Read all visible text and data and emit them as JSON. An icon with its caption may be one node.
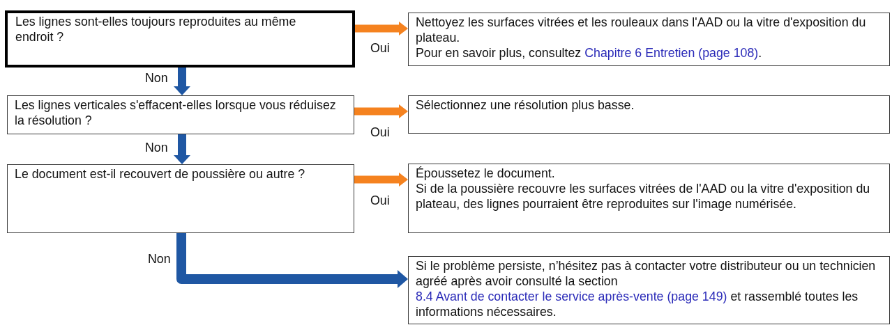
{
  "diagram": {
    "nodes": [
      {
        "text": [
          "Les lignes sont-elles toujours reproduites au même endroit ?"
        ]
      },
      {
        "text": [
          "Nettoyez les surfaces vitrées et les rouleaux dans l'AAD ou la vitre d'exposition du plateau.",
          "Pour en savoir plus, consultez Chapitre 6 Entretien (page 108)."
        ]
      },
      {
        "text": [
          "Les lignes verticales s'effacent-elles lorsque vous réduisez la résolution ?"
        ]
      },
      {
        "text": [
          "Sélectionnez une résolution plus basse."
        ]
      },
      {
        "text": [
          "Le document est-il recouvert de poussière ou autre ?"
        ]
      },
      {
        "text": [
          "Époussetez le document.",
          "Si de la poussière recouvre les surfaces vitrées de l'AAD ou la vitre d'exposition du plateau, des lignes pourraient être reproduites sur l'image numérisée."
        ]
      },
      {
        "text": [
          "Si le problème persiste, n’hésitez pas à contacter votre distributeur ou un technicien agréé après avoir consulté la section 8.4 Avant de contacter le service après-vente (page 149) et rassemblé toutes les informations nécessaires."
        ]
      }
    ],
    "edges": [
      {
        "from": 0,
        "to": 1,
        "arrow": "to",
        "label": "Oui",
        "color": "#f5821f"
      },
      {
        "from": 0,
        "to": 2,
        "arrow": "to",
        "label": "Non",
        "color": "#1f57a3"
      },
      {
        "from": 2,
        "to": 3,
        "arrow": "to",
        "label": "Oui",
        "color": "#f5821f"
      },
      {
        "from": 2,
        "to": 4,
        "arrow": "to",
        "label": "Non",
        "color": "#1f57a3"
      },
      {
        "from": 4,
        "to": 5,
        "arrow": "to",
        "label": "Oui",
        "color": "#f5821f"
      },
      {
        "from": 4,
        "to": 6,
        "arrow": "to",
        "label": "Non",
        "color": "#1f57a3"
      }
    ]
  }
}
